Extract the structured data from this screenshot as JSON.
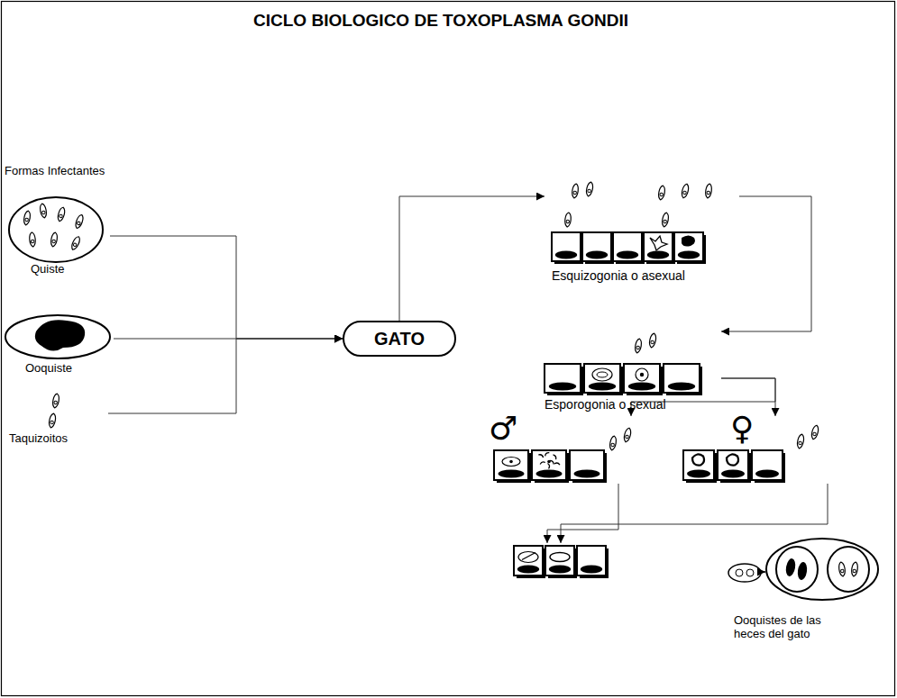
{
  "diagram": {
    "title": "CICLO BIOLOGICO DE TOXOPLASMA GONDII",
    "nodes": [
      {
        "text": [
          "Quiste"
        ]
      },
      {
        "text": [
          "Ooquiste"
        ]
      },
      {
        "text": [
          "Taquizoitos"
        ]
      },
      {
        "text": [
          "GATO"
        ]
      },
      {
        "text": [
          "Esquizogonia o asexual"
        ]
      },
      {
        "text": [
          "Esporogonia o sexual"
        ]
      },
      {
        "text": [
          "♂"
        ]
      },
      {
        "text": [
          "♀"
        ]
      },
      {
        "text": [
          "Ooquistes de las heces del gato"
        ]
      }
    ],
    "edges": [
      {
        "from": 0,
        "to": 3,
        "arrow": "to"
      },
      {
        "from": 1,
        "to": 3,
        "arrow": "to"
      },
      {
        "from": 2,
        "to": 3,
        "arrow": "to"
      },
      {
        "from": 3,
        "to": 4,
        "arrow": "to"
      },
      {
        "from": 4,
        "to": 5,
        "arrow": "to"
      },
      {
        "from": 5,
        "to": 6,
        "arrow": "to"
      },
      {
        "from": 5,
        "to": 7,
        "arrow": "to"
      }
    ],
    "labels": [
      "Formas Infectantes"
    ]
  }
}
